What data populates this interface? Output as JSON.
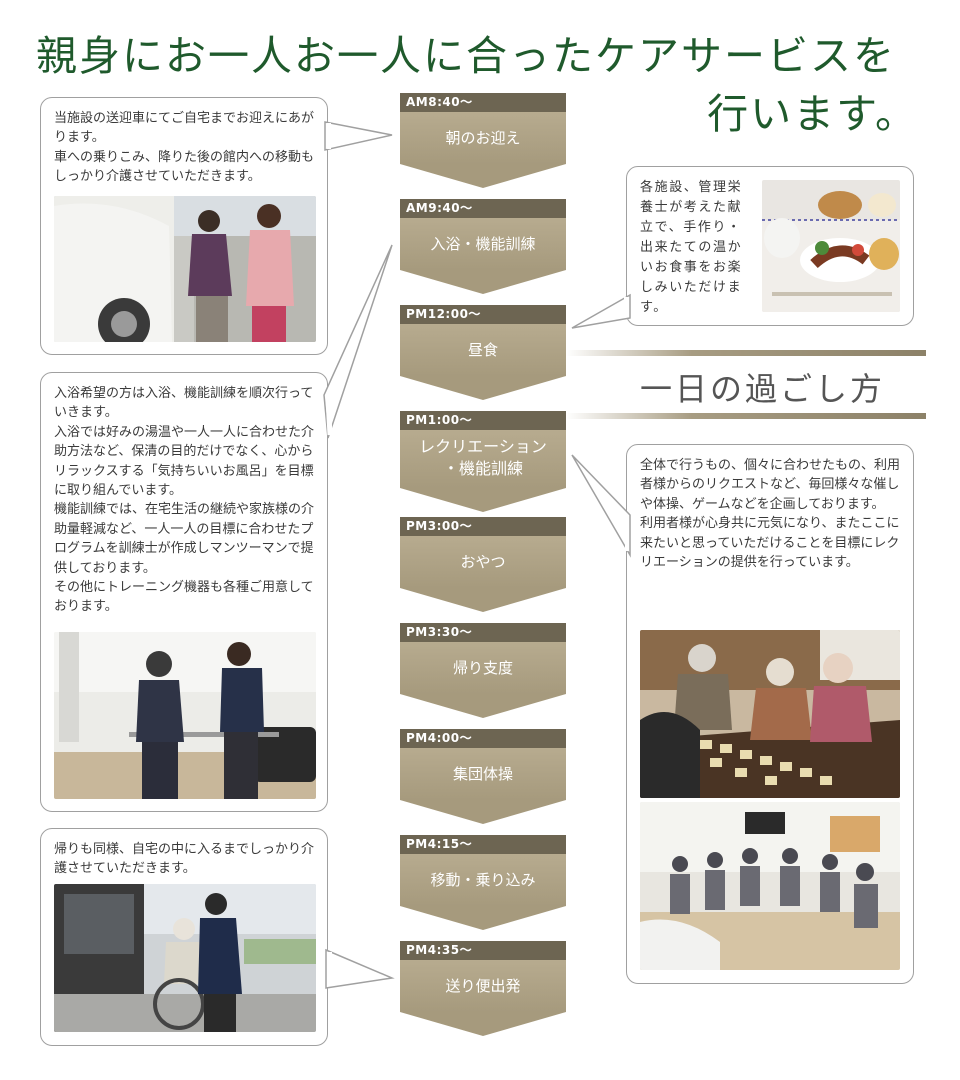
{
  "title": {
    "line1": "親身にお一人お一人に合ったケアサービスを",
    "line2": "行います。"
  },
  "section_heading": "一日の過ごし方",
  "schedule": [
    {
      "time": "AM8:40～",
      "activity": "朝のお迎え"
    },
    {
      "time": "AM9:40～",
      "activity": "入浴・機能訓練"
    },
    {
      "time": "PM12:00～",
      "activity": "昼食"
    },
    {
      "time": "PM1:00～",
      "activity": "レクリエーション\n・機能訓練"
    },
    {
      "time": "PM3:00～",
      "activity": "おやつ"
    },
    {
      "time": "PM3:30～",
      "activity": "帰り支度"
    },
    {
      "time": "PM4:00～",
      "activity": "集団体操"
    },
    {
      "time": "PM4:15～",
      "activity": "移動・乗り込み"
    },
    {
      "time": "PM4:35～",
      "activity": "送り便出発"
    }
  ],
  "bubbles": {
    "pickup": "当施設の送迎車にてご自宅までお迎えにあがります。\n車への乗りこみ、降りた後の館内への移動もしっかり介護させていただきます。",
    "bath": "入浴希望の方は入浴、機能訓練を順次行っていきます。\n入浴では好みの湯温や一人一人に合わせた介助方法など、保清の目的だけでなく、心からリラックスする「気持ちいいお風呂」を目標に取り組んでいます。\n機能訓練では、在宅生活の継続や家族様の介助量軽減など、一人一人の目標に合わせたプログラムを訓練士が作成しマンツーマンで提供しております。\nその他にトレーニング機器も各種ご用意しております。",
    "return": "帰りも同様、自宅の中に入るまでしっかり介護させていただきます。",
    "lunch": "各施設、管理栄養士が考えた献立で、手作り・出来たての温かいお食事をお楽しみいただけます。",
    "recreation": "全体で行うもの、個々に合わせたもの、利用者様からのリクエストなど、毎回様々な催しや体操、ゲームなどを企画しております。\n利用者様が心身共に元気になり、またここに来たいと思っていただけることを目標にレクリエーションの提供を行っています。"
  },
  "colors": {
    "title_green": "#1f5a2c",
    "step_band": "#6d6552",
    "step_body": "#a69a7d"
  }
}
